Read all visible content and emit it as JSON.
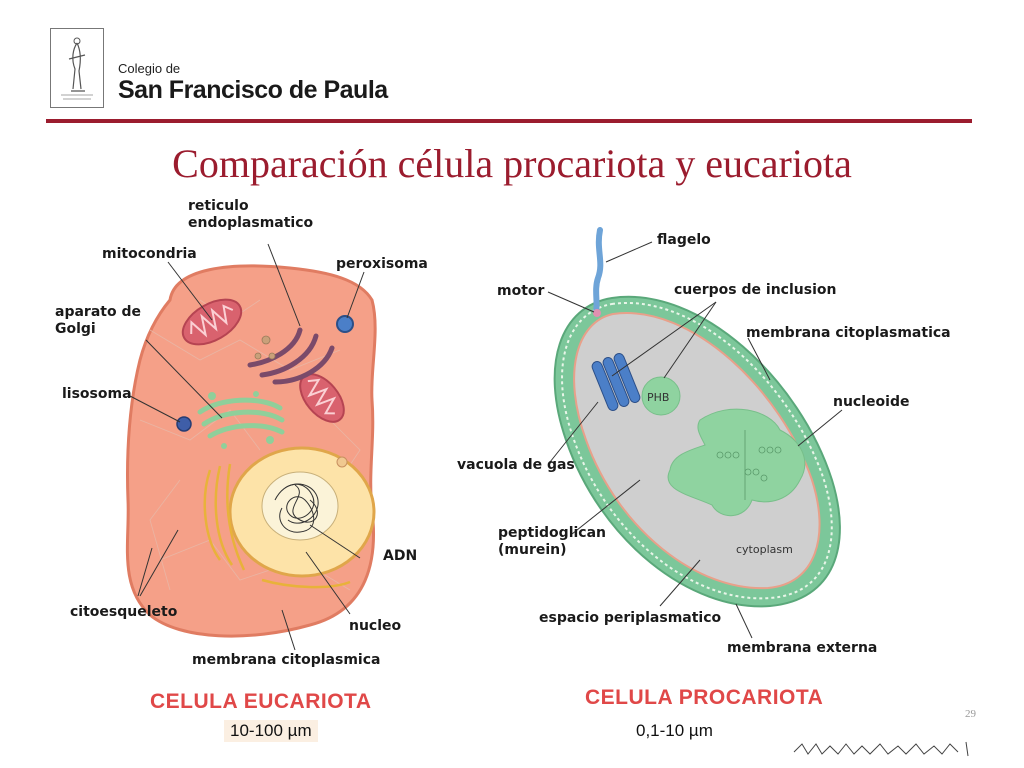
{
  "header": {
    "school_line1": "Colegio de",
    "school_line2": "San Francisco de Paula"
  },
  "slide": {
    "title": "Comparación célula procariota y eucariota",
    "number": "29"
  },
  "eukaryote": {
    "labels": {
      "reticulo": "reticulo\nendoplasmatico",
      "mitocondria": "mitocondria",
      "peroxisoma": "peroxisoma",
      "golgi": "aparato de\nGolgi",
      "lisosoma": "lisosoma",
      "adn": "ADN",
      "citoesqueleto": "citoesqueleto",
      "nucleo": "nucleo",
      "membrana": "membrana citoplasmica"
    },
    "caption": "CELULA EUCARIOTA",
    "size": "10-100 µm",
    "colors": {
      "cytoplasm": "#f5a088",
      "nucleus": "#fde3a8",
      "organelle_green": "#8fcf9a",
      "mitochondria": "#d9626e",
      "er": "#7a4a6a",
      "lysosome": "#3f5ea8"
    }
  },
  "prokaryote": {
    "labels": {
      "flagelo": "flagelo",
      "motor": "motor",
      "cuerpos": "cuerpos de inclusion",
      "membrana_citoplasmatica": "membrana citoplasmatica",
      "nucleoide": "nucleoide",
      "vacuola": "vacuola de gas",
      "phb": "PHB",
      "peptidoglican": "peptidoglican\n(murein)",
      "cytoplasm": "cytoplasm",
      "periplasmatico": "espacio periplasmatico",
      "membrana_externa": "membrana externa"
    },
    "caption": "CELULA PROCARIOTA",
    "size": "0,1-10 µm",
    "colors": {
      "wall": "#7cc79a",
      "cytoplasm": "#cfcfcf",
      "nucleoid": "#8fd3a0",
      "vacuole": "#4b7fc8",
      "flagellum": "#6ea4d8"
    }
  },
  "colors": {
    "accent": "#9b1c2e",
    "caption": "#e04848"
  }
}
